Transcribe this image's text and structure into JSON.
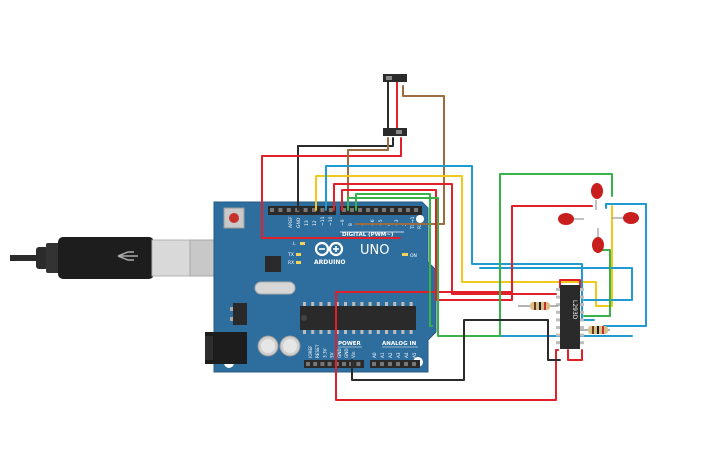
{
  "board": {
    "brand": "ARDUINO",
    "model": "UNO",
    "digital_label": "DIGITAL (PWM~)",
    "power_label": "POWER",
    "analog_label": "ANALOG IN",
    "on_label": "ON",
    "tx_label": "TX",
    "rx_label": "RX",
    "l_label": "L",
    "pins_top": [
      "AREF",
      "GND",
      "13",
      "12",
      "~11",
      "~10",
      "~9",
      "8",
      "7",
      "~6",
      "~5",
      "4",
      "~3",
      "2",
      "TX→1",
      "RX←0"
    ],
    "pins_power": [
      "IOREF",
      "RESET",
      "3.3V",
      "5V",
      "GND",
      "GND",
      "Vin"
    ],
    "pins_analog": [
      "A0",
      "A1",
      "A2",
      "A3",
      "A4",
      "A5"
    ]
  },
  "ic": {
    "label": "L293D"
  },
  "colors": {
    "board": "#2e6e9e",
    "wire_red": "#e2202a",
    "wire_yellow": "#f3c81c",
    "wire_blue": "#1f9bd1",
    "wire_green": "#37b34a",
    "wire_black": "#2b2b2b",
    "wire_brown": "#9c6b3f",
    "led": "#c81e1e"
  },
  "components": [
    "usb-cable",
    "arduino-uno",
    "slide-switch",
    "l293d-driver",
    "resistor",
    "resistor",
    "led",
    "led",
    "led",
    "led"
  ]
}
